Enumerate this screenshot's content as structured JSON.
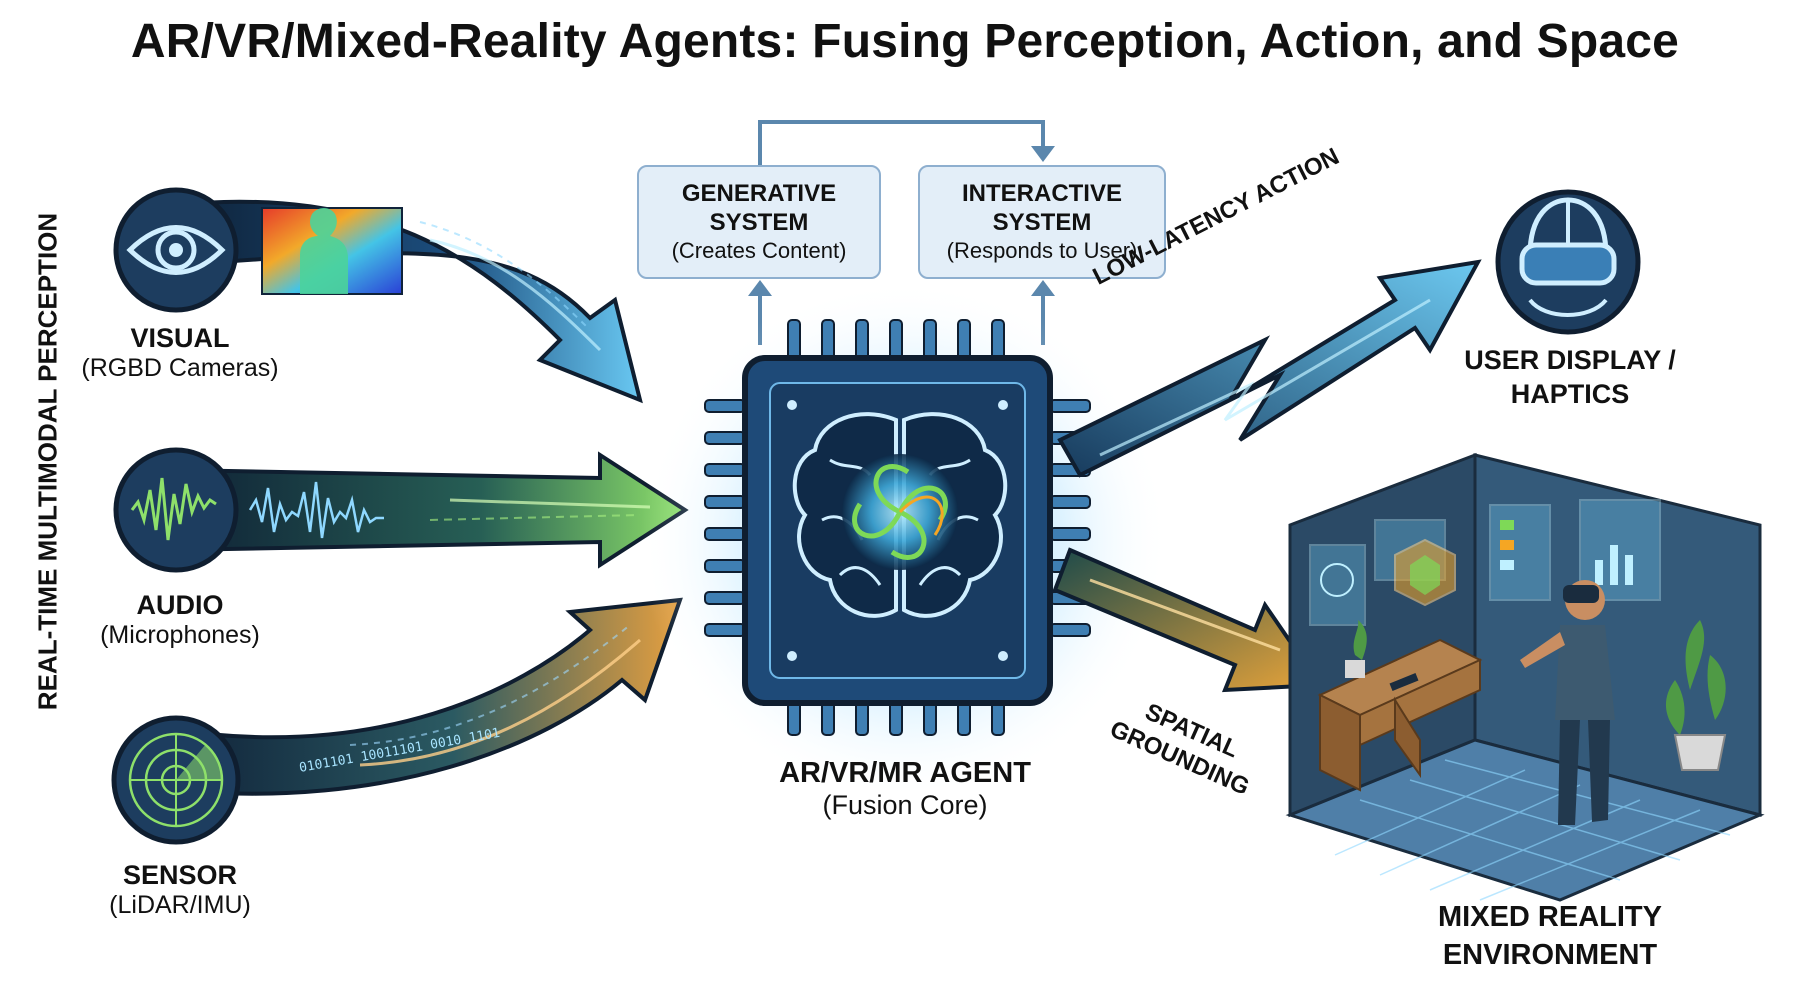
{
  "title": "AR/VR/Mixed-Reality Agents: Fusing Perception, Action, and Space",
  "side_label": "REAL-TIME MULTIMODAL PERCEPTION",
  "inputs": [
    {
      "name": "VISUAL",
      "desc": "(RGBD Cameras)",
      "icon": "eye-icon",
      "color": "#4fc3f7"
    },
    {
      "name": "AUDIO",
      "desc": "(Microphones)",
      "icon": "waveform-icon",
      "color": "#7ed957"
    },
    {
      "name": "SENSOR",
      "desc": "(LiDAR/IMU)",
      "icon": "radar-icon",
      "color": "#f5a623"
    }
  ],
  "systems": {
    "generative": {
      "name": "GENERATIVE SYSTEM",
      "desc": "(Creates Content)"
    },
    "interactive": {
      "name": "INTERACTIVE SYSTEM",
      "desc": "(Responds to User)"
    }
  },
  "core": {
    "name": "AR/VR/MR AGENT",
    "desc": "(Fusion Core)",
    "icon": "brain-chip-icon"
  },
  "edges": {
    "action": "LOW-LATENCY ACTION",
    "grounding": "SPATIAL GROUNDING"
  },
  "outputs": {
    "display": {
      "name": "USER DISPLAY / HAPTICS",
      "icon": "vr-headset-icon"
    },
    "environment": {
      "name": "MIXED REALITY ENVIRONMENT"
    }
  },
  "binary_text": "0101101 10011101 0010 1101"
}
